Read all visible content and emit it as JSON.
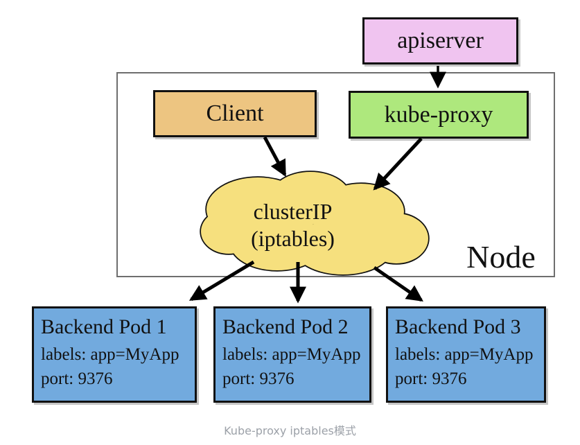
{
  "diagram": {
    "apiserver": {
      "label": "apiserver",
      "fill": "#F0C4F0"
    },
    "client": {
      "label": "Client",
      "fill": "#EDC581"
    },
    "kube_proxy": {
      "label": "kube-proxy",
      "fill": "#AEE87D"
    },
    "cluster_ip": {
      "line1": "clusterIP",
      "line2": "(iptables)",
      "fill": "#F6E07E"
    },
    "node": {
      "label": "Node"
    },
    "pods": [
      {
        "title": "Backend Pod 1",
        "labels_line": "labels: app=MyApp",
        "port_line": "port: 9376"
      },
      {
        "title": "Backend Pod 2",
        "labels_line": "labels: app=MyApp",
        "port_line": "port: 9376"
      },
      {
        "title": "Backend Pod 3",
        "labels_line": "labels: app=MyApp",
        "port_line": "port: 9376"
      }
    ],
    "pod_fill": "#72AADE",
    "arrow_color": "#000000"
  },
  "caption": {
    "text": "Kube-proxy iptables模式",
    "color": "#9CA1A8"
  }
}
